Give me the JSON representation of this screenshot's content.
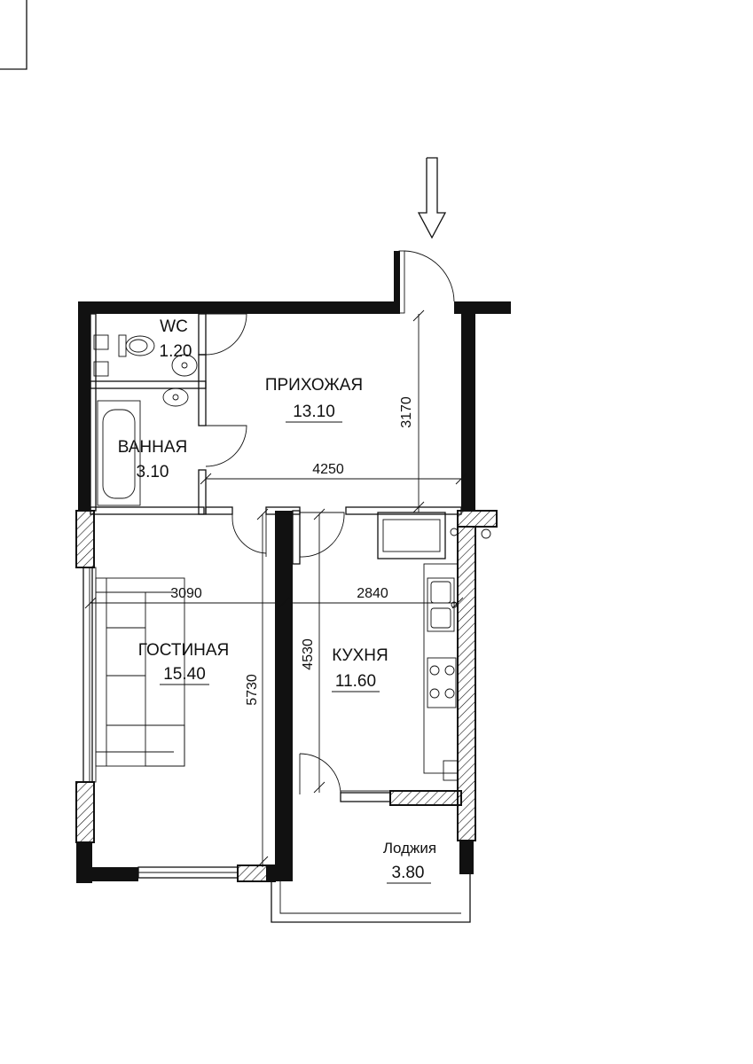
{
  "rooms": {
    "wc": {
      "name": "WC",
      "area": "1.20"
    },
    "bath": {
      "name": "ВАННАЯ",
      "area": "3.10"
    },
    "hall": {
      "name": "ПРИХОЖАЯ",
      "area": "13.10"
    },
    "living": {
      "name": "ГОСТИНАЯ",
      "area": "15.40"
    },
    "kitchen": {
      "name": "КУХНЯ",
      "area": "11.60"
    },
    "loggia": {
      "name": "Лоджия",
      "area": "3.80"
    }
  },
  "dimensions": {
    "hall_depth": "3170",
    "hall_width": "4250",
    "living_width": "3090",
    "kitchen_width": "2840",
    "kitchen_depth": "4530",
    "living_depth": "5730"
  },
  "icons": {
    "entrance": "entrance-arrow-icon"
  }
}
